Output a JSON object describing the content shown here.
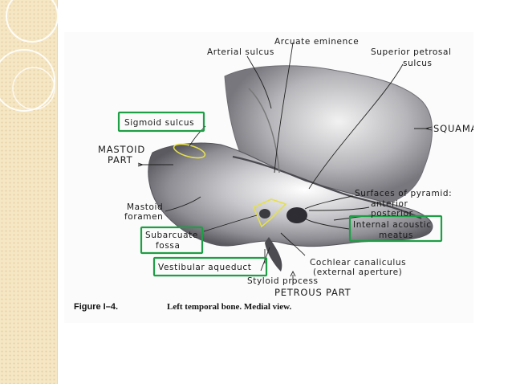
{
  "labels": {
    "arcuate_eminence": "Arcuate eminence",
    "arterial_sulcus": "Arterial sulcus",
    "superior_petrosal_1": "Superior petrosal",
    "superior_petrosal_2": "sulcus",
    "sigmoid_sulcus": "Sigmoid sulcus",
    "squama": "SQUAMA",
    "mastoid_part_1": "MASTOID",
    "mastoid_part_2": "PART",
    "surfaces_pyramid": "Surfaces of pyramid:",
    "anterior": "anterior",
    "posterior": "posterior",
    "mastoid_foramen_1": "Mastoid",
    "mastoid_foramen_2": "foramen",
    "internal_acoustic_1": "Internal acoustic",
    "internal_acoustic_2": "meatus",
    "subarcuate_1": "Subarcuate",
    "subarcuate_2": "fossa",
    "vestibular_aqueduct": "Vestibular aqueduct",
    "cochlear_1": "Cochlear canaliculus",
    "cochlear_2": "(external aperture)",
    "styloid_process": "Styloid process",
    "petrous_part": "PETROUS PART"
  },
  "caption": {
    "number": "Figure I–4.",
    "text": "Left temporal bone. Medial view."
  },
  "colors": {
    "highlight_box": "#1e9e45",
    "highlight_outline": "#e6e04a",
    "sidebar_bg": "#f6e7c4"
  }
}
